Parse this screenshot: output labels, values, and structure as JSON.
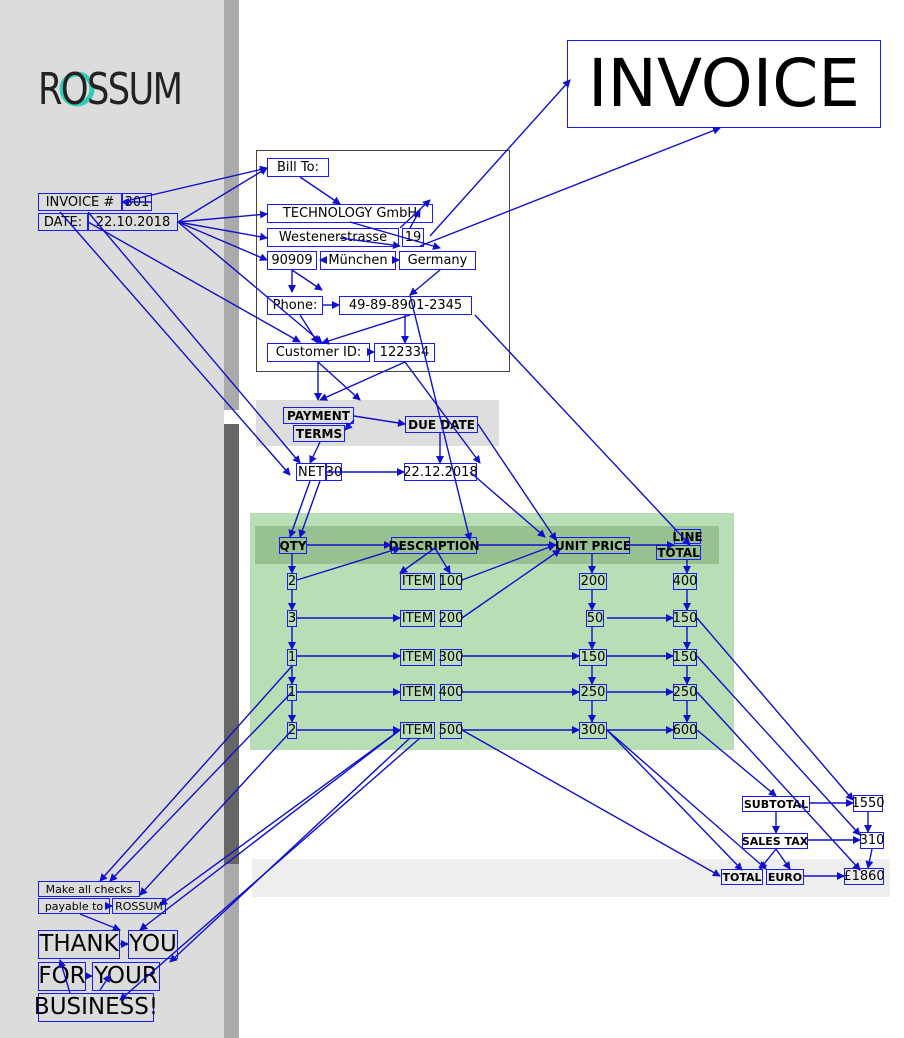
{
  "logo": {
    "text": "ROSSUM"
  },
  "title": "INVOICE",
  "invoice": {
    "number_label": "INVOICE #",
    "number": "301",
    "date_label": "DATE:",
    "date": "22.10.2018"
  },
  "bill_to": {
    "label": "Bill To:",
    "company": "TECHNOLOGY GmbH",
    "street": "Westenerstrasse",
    "house_no": "19",
    "zip": "90909",
    "city": "München",
    "country": "Germany",
    "phone_label": "Phone:",
    "phone": "49-89-8901-2345",
    "customer_id_label": "Customer ID:",
    "customer_id": "122334"
  },
  "terms": {
    "payment_terms_label_1": "PAYMENT",
    "payment_terms_label_2": "TERMS",
    "due_date_label": "DUE DATE",
    "net_label": "NET",
    "net_days": "30",
    "due_date": "22.12.2018"
  },
  "table": {
    "headers": {
      "qty": "QTY",
      "description": "DESCRIPTION",
      "unit_price": "UNIT PRICE",
      "line_total_1": "LINE",
      "line_total_2": "TOTAL"
    },
    "rows": [
      {
        "qty": "2",
        "item": "ITEM",
        "code": "100",
        "unit_price": "200",
        "line_total": "400"
      },
      {
        "qty": "3",
        "item": "ITEM",
        "code": "200",
        "unit_price": "50",
        "line_total": "150"
      },
      {
        "qty": "1",
        "item": "ITEM",
        "code": "300",
        "unit_price": "150",
        "line_total": "150"
      },
      {
        "qty": "1",
        "item": "ITEM",
        "code": "400",
        "unit_price": "250",
        "line_total": "250"
      },
      {
        "qty": "2",
        "item": "ITEM",
        "code": "500",
        "unit_price": "300",
        "line_total": "600"
      }
    ]
  },
  "totals": {
    "subtotal_label": "SUBTOTAL",
    "subtotal": "1550",
    "sales_tax_label": "SALES TAX",
    "sales_tax": "310",
    "total_label": "TOTAL",
    "currency": "EURO",
    "total": "£1860"
  },
  "footer": {
    "checks_line_1": "Make all checks",
    "payable_to_label": "payable to",
    "payable_to": "ROSSUM",
    "thank": "THANK",
    "you": "YOU",
    "for": "FOR",
    "your": "YOUR",
    "business": "BUSINESS!"
  },
  "colors": {
    "box": "#1a1aff",
    "arrow": "#1010cc",
    "sidebar": "#dcdcdc",
    "table_band": "#b9ddb4",
    "header_band": "#98c192",
    "terms_band": "#dedede",
    "logo_accent": "#33ccbb"
  }
}
